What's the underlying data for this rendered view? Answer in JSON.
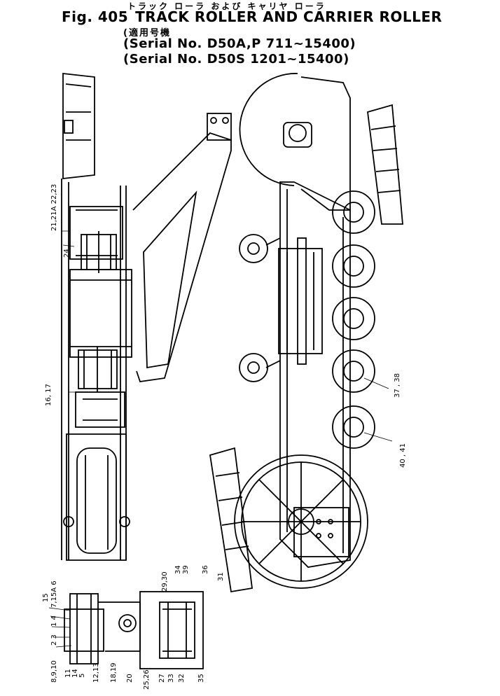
{
  "header": {
    "jp_title": "トラック ローラ および キャリヤ ローラ",
    "fig_prefix": "Fig. 405",
    "title": "TRACK ROLLER AND CARRIER ROLLER",
    "applicable_jp": "(適用号機",
    "serial_1": "(Serial No. D50A,P 711~15400)",
    "serial_2": "(Serial No. D50S  1201~15400)"
  },
  "callouts": {
    "c1": "21,21A 22,23",
    "c2": "24",
    "c3": "16, 17",
    "c4": "37 , 38",
    "c5": "40 , 41",
    "b1": "15",
    "b2": "7,15A 6",
    "b3": "1 4",
    "b4": "2 3",
    "b5": "8,9,10",
    "b6": "11",
    "b7": "14",
    "b8": "5",
    "b9": "12,13",
    "b10": "18,19",
    "b11": "20",
    "b12": "25,26",
    "b13": "29,30",
    "b14": "27",
    "b15": "33",
    "b16": "34",
    "b17": "39",
    "b18": "32",
    "b19": "36",
    "b20": "35",
    "b21": "31"
  }
}
